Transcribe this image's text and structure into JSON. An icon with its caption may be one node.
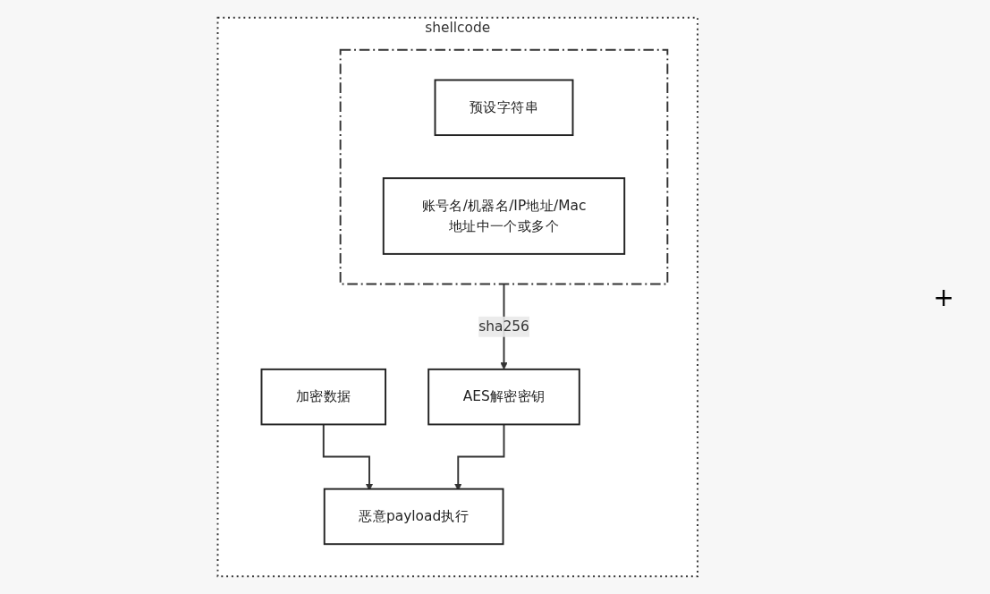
{
  "diagram": {
    "nodes": [
      {
        "text": [
          "shellcode"
        ]
      },
      {
        "text": [],
        "shape": "box",
        "in": 0
      },
      {
        "text": [
          "预设字符串"
        ],
        "in": 1
      },
      {
        "text": [
          "账号名/机器名/IP地址/Mac地址中一个或多个"
        ],
        "in": 1
      },
      {
        "text": [
          "加密数据"
        ],
        "in": 0
      },
      {
        "text": [
          "AES解密密钥"
        ],
        "in": 0
      },
      {
        "text": [
          "恶意payload执行"
        ],
        "in": 0
      }
    ],
    "edges": [
      {
        "from": 1,
        "to": 5,
        "arrow": "to",
        "label": "sha256"
      },
      {
        "from": 4,
        "to": 6,
        "arrow": "to"
      },
      {
        "from": 5,
        "to": 6,
        "arrow": "to"
      }
    ],
    "labels": [
      "+"
    ]
  }
}
